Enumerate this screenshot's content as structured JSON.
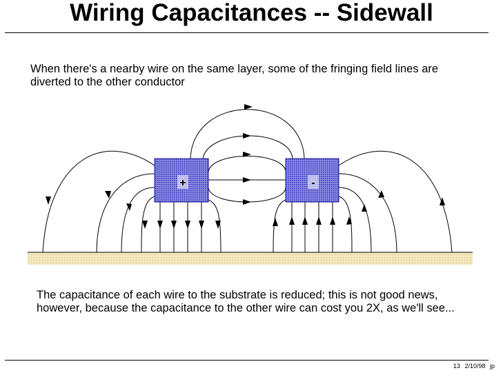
{
  "title": "Wiring Capacitances -- Sidewall",
  "intro_text": "When there's a nearby wire on the same layer, some of the fringing field lines are diverted to the other conductor",
  "conclusion_text": "The capacitance of each wire to the substrate is reduced; this is not good news, however, because the capacitance to the other wire can cost you 2X, as we'll see...",
  "diagram": {
    "left_wire_label": "+",
    "right_wire_label": "-",
    "colors": {
      "wire_fill": "#3a3ac8",
      "substrate_fill": "#efe0b0",
      "line": "#000000"
    }
  },
  "footer": {
    "slide_number": "13",
    "date": "2/10/98",
    "author": "jp"
  }
}
